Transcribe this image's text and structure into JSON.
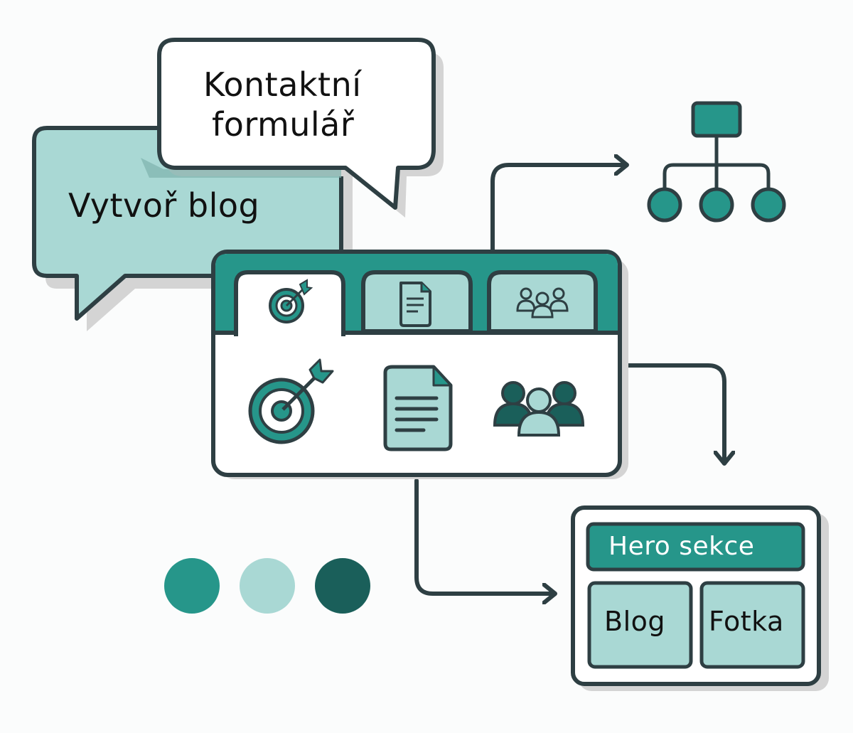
{
  "colors": {
    "outline": "#2e3f43",
    "teal": "#26968a",
    "teal_light": "#a9d8d4",
    "teal_dark": "#1a5f5a",
    "shadow": "#d4d4d4",
    "white": "#ffffff"
  },
  "bubbles": {
    "front": {
      "line1": "Kontaktní",
      "line2": "formulář"
    },
    "back": {
      "text": "Vytvoř blog"
    }
  },
  "window": {
    "tabs": [
      {
        "icon": "target-icon",
        "active": true
      },
      {
        "icon": "document-icon",
        "active": false
      },
      {
        "icon": "users-icon",
        "active": false
      }
    ],
    "content_icons": [
      "target-icon",
      "document-icon",
      "users-icon"
    ]
  },
  "sitemap": {
    "icon": "sitemap-icon",
    "children": 3
  },
  "layout_preview": {
    "hero": "Hero sekce",
    "blocks": [
      "Blog",
      "Fotka"
    ]
  },
  "palette": [
    "#26968a",
    "#a9d8d4",
    "#1a5f5a"
  ]
}
